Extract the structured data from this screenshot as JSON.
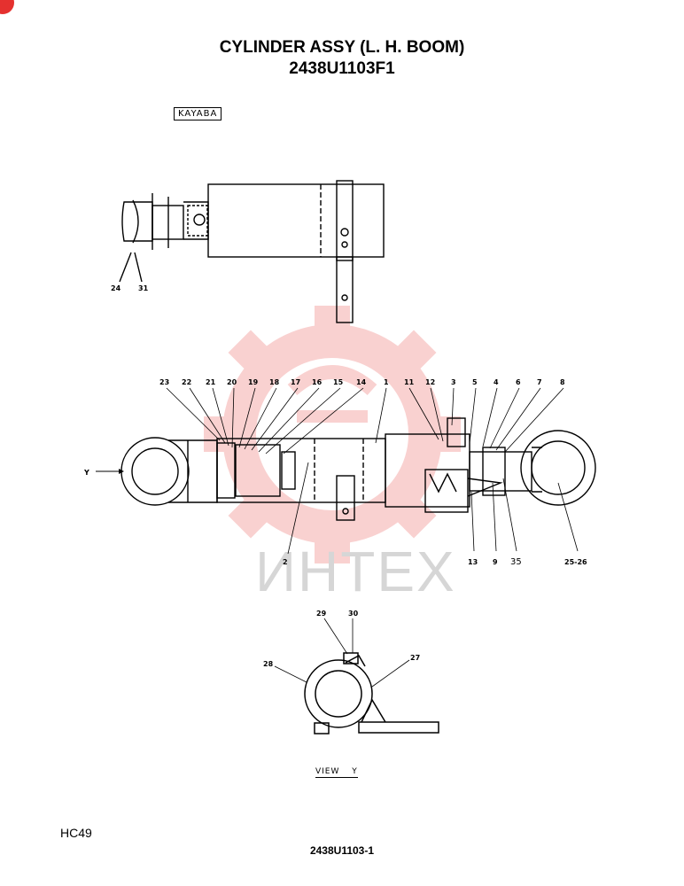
{
  "header": {
    "title_line1": "CYLINDER ASSY (L. H. BOOM)",
    "title_line2": "2438U1103F1"
  },
  "brand_label": "KAYABA",
  "watermark": {
    "text": "ИНТЕХ",
    "color": "#e5312f"
  },
  "callouts_top": [
    "24",
    "31"
  ],
  "callouts_main_top": [
    "23",
    "22",
    "21",
    "20",
    "19",
    "18",
    "17",
    "16",
    "15",
    "14",
    "1",
    "11",
    "12",
    "3",
    "5",
    "4",
    "6",
    "7",
    "8"
  ],
  "callouts_main_bottom": [
    "2",
    "13",
    "9",
    "35",
    "25-26"
  ],
  "view_arrow_label": "Y",
  "callouts_view": [
    "29",
    "30",
    "28",
    "27"
  ],
  "view_caption": "VIEW   Y",
  "footer": {
    "page_code": "HC49",
    "doc_code": "2438U1103-1"
  }
}
